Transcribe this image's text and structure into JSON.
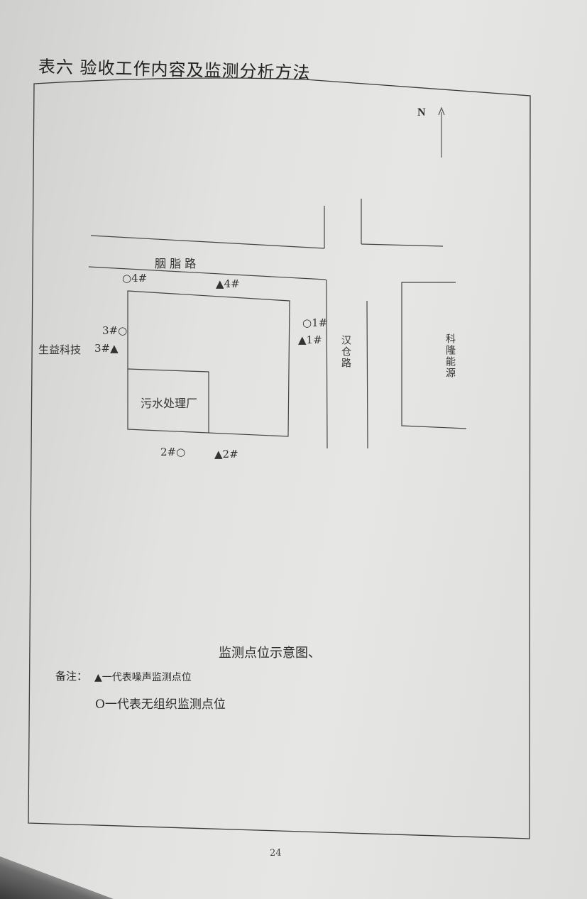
{
  "title": "表六  验收工作内容及监测分析方法",
  "north": "N",
  "roads": {
    "yanzhi": "胭  脂  路",
    "hancang": "汉仓路",
    "kelong": "科隆能源"
  },
  "labels": {
    "shengyi": "生益科技",
    "plant": "污水处理厂",
    "p1o": "○1#",
    "p1t": "▲1#",
    "p2o": "2#○",
    "p2t": "▲2#",
    "p3o": "3#○",
    "p3t": "3#▲",
    "p4o": "○4#",
    "p4t": "▲4#"
  },
  "caption": "监测点位示意图、",
  "note": {
    "prefix": "备注：",
    "noise": "▲一代表噪声监测点位",
    "unorganized": "O一代表无组织监测点位"
  },
  "page_number": "24"
}
